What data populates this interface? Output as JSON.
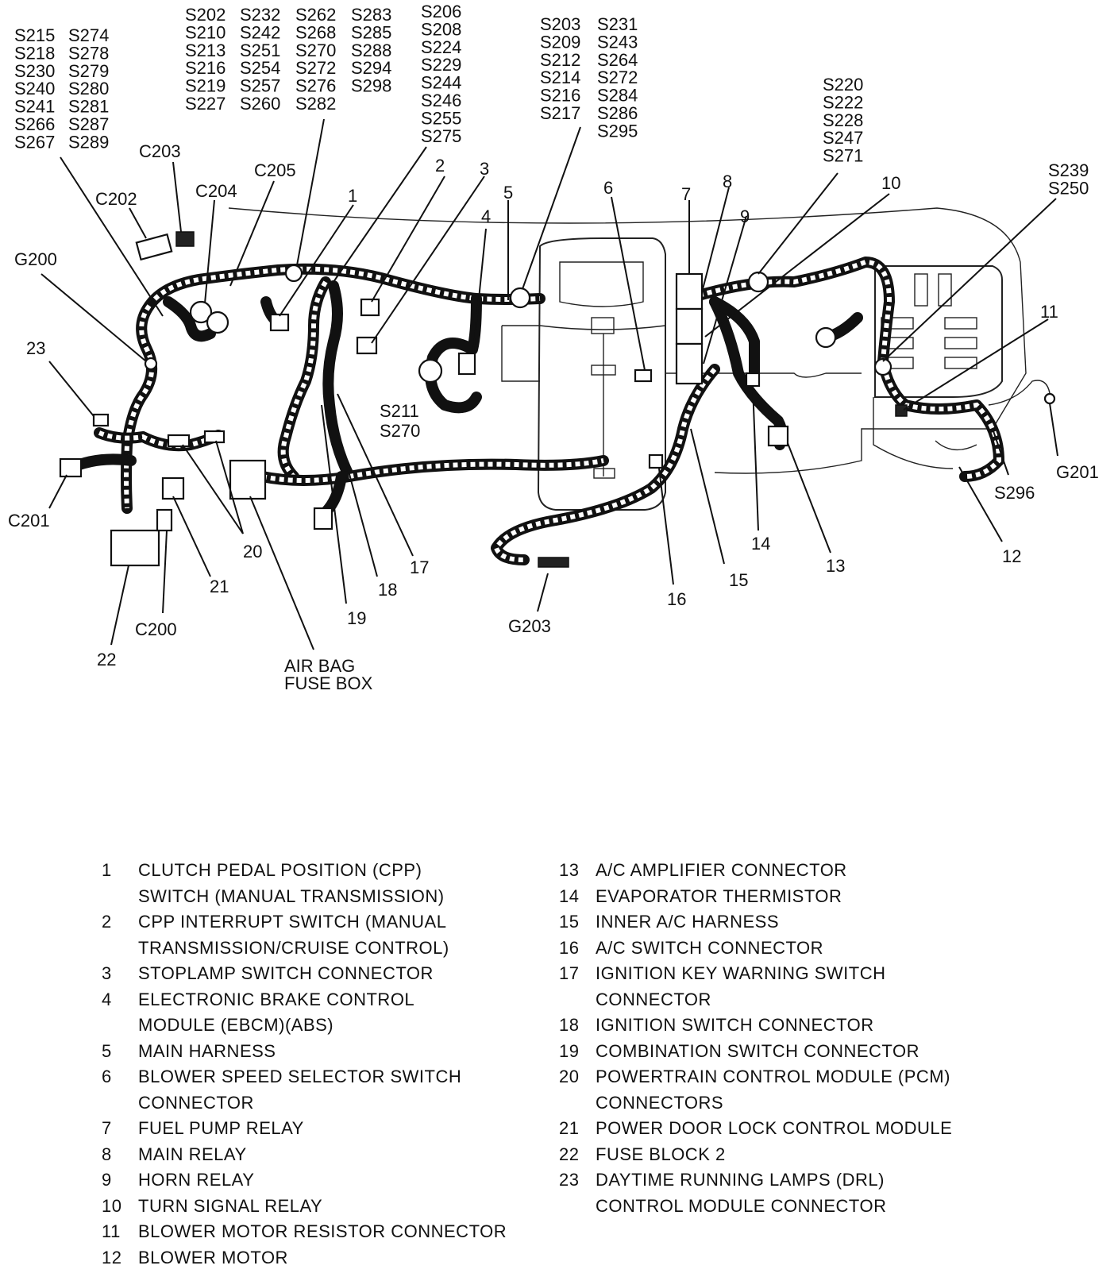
{
  "diagram": {
    "splice_groups": {
      "left_col_a": [
        "S215",
        "S218",
        "S230",
        "S240",
        "S241",
        "S266",
        "S267"
      ],
      "left_col_b": [
        "S274",
        "S278",
        "S279",
        "S280",
        "S281",
        "S287",
        "S289"
      ],
      "mid_col_a": [
        "S202",
        "S210",
        "S213",
        "S216",
        "S219",
        "S227"
      ],
      "mid_col_b": [
        "S232",
        "S242",
        "S251",
        "S254",
        "S257",
        "S260"
      ],
      "mid_col_c": [
        "S262",
        "S268",
        "S270",
        "S272",
        "S276",
        "S282"
      ],
      "mid_col_d": [
        "S283",
        "S285",
        "S288",
        "S294",
        "S298"
      ],
      "col_e": [
        "S206",
        "S208",
        "S224",
        "S229",
        "S244",
        "S246",
        "S255",
        "S275"
      ],
      "right_col_a": [
        "S203",
        "S209",
        "S212",
        "S214",
        "S216",
        "S217"
      ],
      "right_col_b": [
        "S231",
        "S243",
        "S264",
        "S272",
        "S284",
        "S286",
        "S295"
      ],
      "col_f": [
        "S220",
        "S222",
        "S228",
        "S247",
        "S271"
      ],
      "col_g": [
        "S239",
        "S250"
      ]
    },
    "labels": {
      "c203": "C203",
      "c205": "C205",
      "c202": "C202",
      "c204": "C204",
      "g200": "G200",
      "n23": "23",
      "c201": "C201",
      "n20": "20",
      "n21": "21",
      "c200": "C200",
      "n22": "22",
      "airbag_1": "AIR BAG",
      "airbag_2": "FUSE BOX",
      "n19": "19",
      "n18": "18",
      "n17": "17",
      "g203": "G203",
      "n16": "16",
      "n15": "15",
      "n14": "14",
      "n13": "13",
      "n12": "12",
      "s296": "S296",
      "g201": "G201",
      "n11": "11",
      "n10": "10",
      "n9": "9",
      "n8": "8",
      "n7": "7",
      "n6": "6",
      "n5": "5",
      "n4": "4",
      "n3": "3",
      "n2": "2",
      "n1": "1",
      "s211": "S211",
      "s270": "S270"
    }
  },
  "legend": {
    "left": [
      {
        "num": "1",
        "text": "CLUTCH PEDAL POSITION (CPP)\nSWITCH (MANUAL TRANSMISSION)"
      },
      {
        "num": "2",
        "text": "CPP INTERRUPT SWITCH (MANUAL\nTRANSMISSION/CRUISE CONTROL)"
      },
      {
        "num": "3",
        "text": "STOPLAMP SWITCH CONNECTOR"
      },
      {
        "num": "4",
        "text": "ELECTRONIC BRAKE CONTROL\nMODULE (EBCM)(ABS)"
      },
      {
        "num": "5",
        "text": "MAIN HARNESS"
      },
      {
        "num": "6",
        "text": "BLOWER SPEED SELECTOR SWITCH\nCONNECTOR"
      },
      {
        "num": "7",
        "text": "FUEL PUMP RELAY"
      },
      {
        "num": "8",
        "text": "MAIN RELAY"
      },
      {
        "num": "9",
        "text": "HORN RELAY"
      },
      {
        "num": "10",
        "text": "TURN SIGNAL RELAY"
      },
      {
        "num": "11",
        "text": "BLOWER MOTOR RESISTOR CONNECTOR"
      },
      {
        "num": "12",
        "text": "BLOWER MOTOR"
      }
    ],
    "right": [
      {
        "num": "13",
        "text": "A/C AMPLIFIER CONNECTOR"
      },
      {
        "num": "14",
        "text": "EVAPORATOR THERMISTOR"
      },
      {
        "num": "15",
        "text": "INNER A/C HARNESS"
      },
      {
        "num": "16",
        "text": "A/C SWITCH  CONNECTOR"
      },
      {
        "num": "17",
        "text": "IGNITION KEY WARNING SWITCH\nCONNECTOR"
      },
      {
        "num": "18",
        "text": "IGNITION SWITCH CONNECTOR"
      },
      {
        "num": "19",
        "text": "COMBINATION SWITCH CONNECTOR"
      },
      {
        "num": "20",
        "text": "POWERTRAIN CONTROL MODULE (PCM)\nCONNECTORS"
      },
      {
        "num": "21",
        "text": "POWER DOOR LOCK CONTROL MODULE"
      },
      {
        "num": "22",
        "text": "FUSE BLOCK 2"
      },
      {
        "num": "23",
        "text": "DAYTIME RUNNING LAMPS (DRL)\nCONTROL MODULE CONNECTOR"
      }
    ]
  }
}
